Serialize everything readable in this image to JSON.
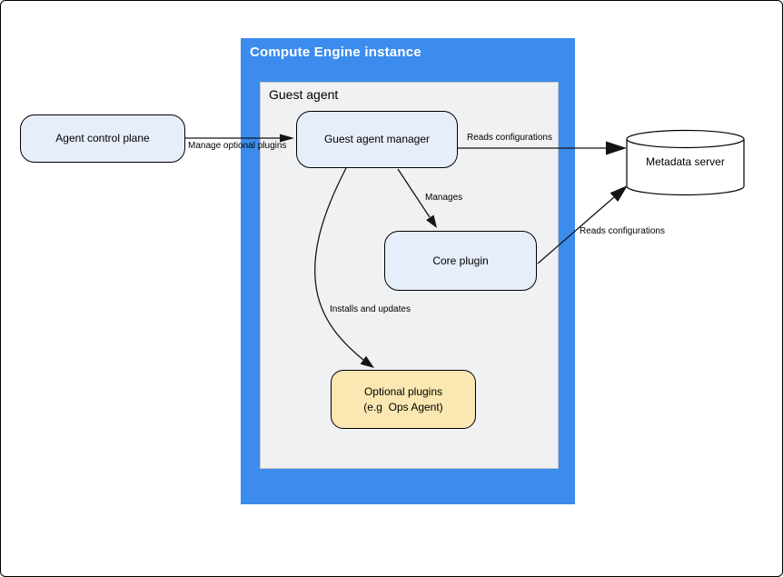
{
  "diagram": {
    "title": "Compute Engine instance",
    "panel": {
      "label": "Guest agent"
    },
    "nodes": {
      "agent_control_plane": {
        "label": "Agent control plane"
      },
      "guest_agent_manager": {
        "label": "Guest agent manager"
      },
      "core_plugin": {
        "label": "Core plugin"
      },
      "optional_plugins": {
        "label_line1": "Optional plugins",
        "label_line2": "(e.g  Ops Agent)"
      },
      "metadata_server": {
        "label": "Metadata server"
      }
    },
    "edges": {
      "manage_optional_plugins": {
        "label": "Manage optional plugins"
      },
      "reads_configurations_manager": {
        "label": "Reads configurations"
      },
      "manages": {
        "label": "Manages"
      },
      "installs_and_updates": {
        "label": "Installs and updates"
      },
      "reads_configurations_core": {
        "label": "Reads configurations"
      }
    }
  },
  "colors": {
    "container_blue": "#3c8cee",
    "panel_gray": "#f0f1f3",
    "panel_border": "#c2c6ca",
    "node_blue": "#e7eefb",
    "node_yellow": "#fbe7b1",
    "node_white": "#ffffff",
    "edge_black": "#141414"
  }
}
